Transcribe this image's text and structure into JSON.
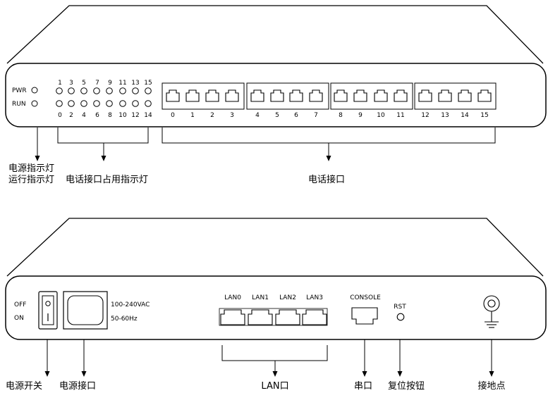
{
  "front": {
    "pwr_label": "PWR",
    "run_label": "RUN",
    "led_top_numbers": [
      "1",
      "3",
      "5",
      "7",
      "9",
      "11",
      "13",
      "15"
    ],
    "led_bottom_numbers": [
      "0",
      "2",
      "4",
      "6",
      "8",
      "10",
      "12",
      "14"
    ],
    "port_numbers": [
      "0",
      "1",
      "2",
      "3",
      "4",
      "5",
      "6",
      "7",
      "8",
      "9",
      "10",
      "11",
      "12",
      "13",
      "14",
      "15"
    ],
    "callouts": {
      "power_indicator": "电源指示灯",
      "run_indicator": "运行指示灯",
      "phone_port_busy_indicator": "电话接口占用指示灯",
      "phone_ports": "电话接口"
    }
  },
  "back": {
    "switch_off": "OFF",
    "switch_on": "ON",
    "voltage": "100-240VAC",
    "frequency": "50-60Hz",
    "lan_labels": [
      "LAN0",
      "LAN1",
      "LAN2",
      "LAN3"
    ],
    "console_label": "CONSOLE",
    "rst_label": "RST",
    "callouts": {
      "power_switch": "电源开关",
      "power_socket": "电源接口",
      "lan": "LAN口",
      "serial": "串口",
      "reset_button": "复位按钮",
      "ground": "接地点"
    }
  }
}
